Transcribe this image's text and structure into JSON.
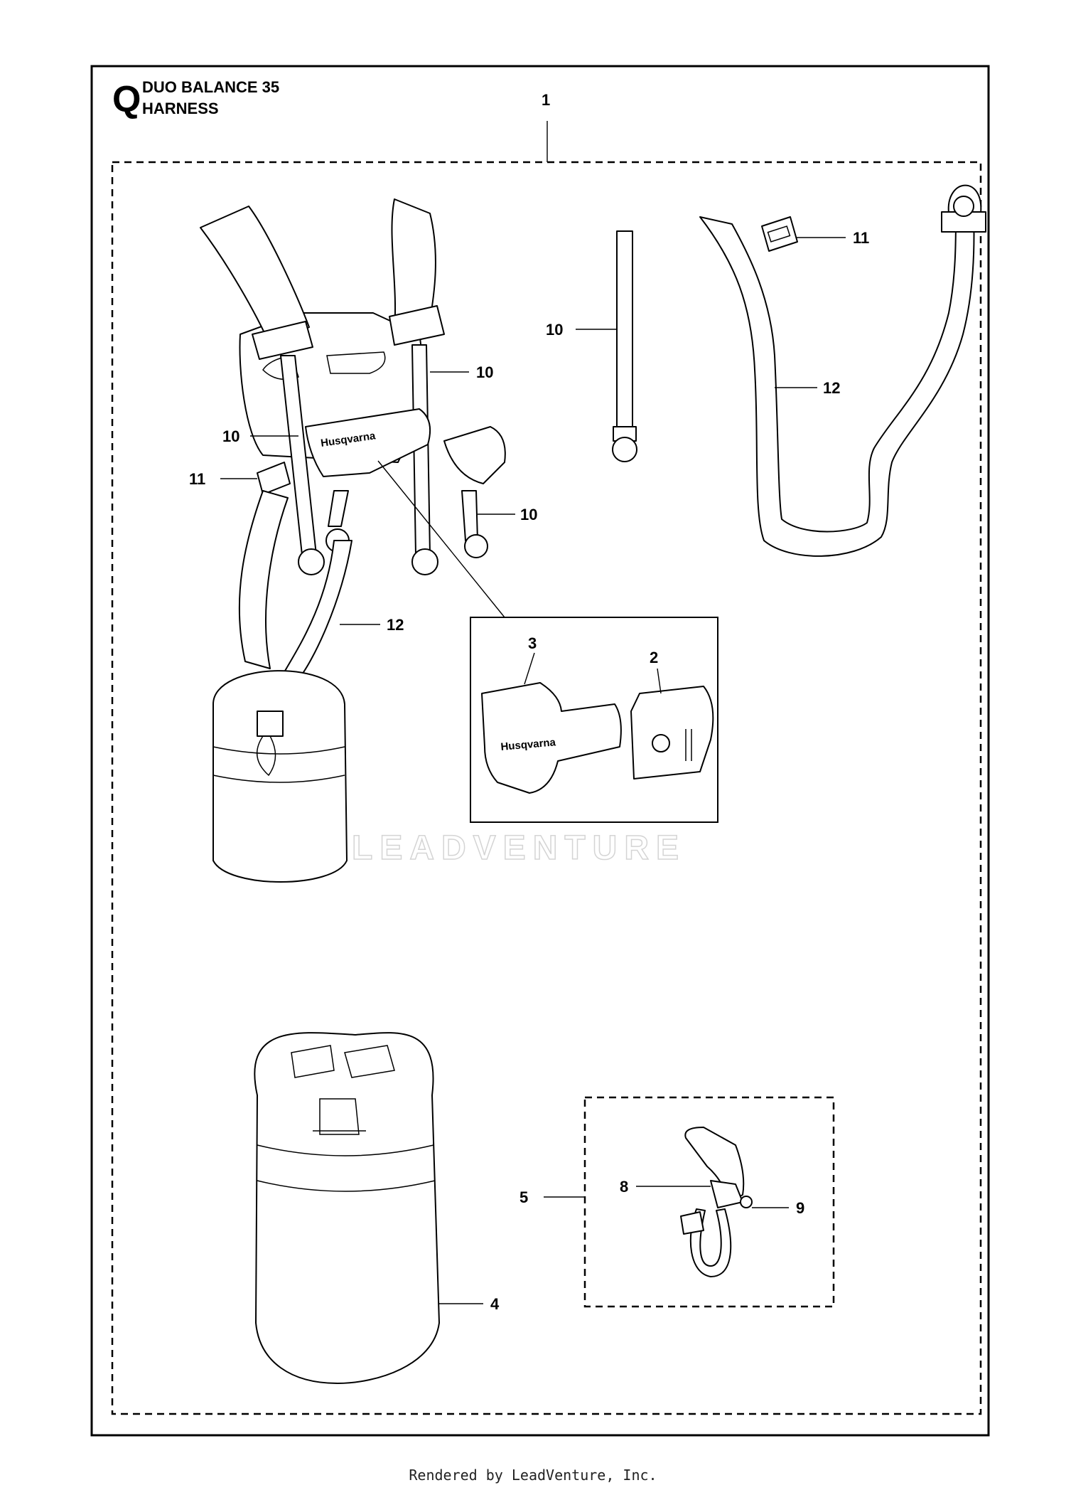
{
  "header": {
    "section_letter": "Q",
    "model": "DUO BALANCE 35",
    "assembly": "HARNESS"
  },
  "brand_label": "Husqvarna",
  "watermark": "LEADVENTURE",
  "footer": "Rendered by LeadVenture, Inc.",
  "callouts": {
    "c1": "1",
    "c2": "2",
    "c3": "3",
    "c4": "4",
    "c5": "5",
    "c8": "8",
    "c9": "9",
    "c10": "10",
    "c11": "11",
    "c12": "12"
  }
}
